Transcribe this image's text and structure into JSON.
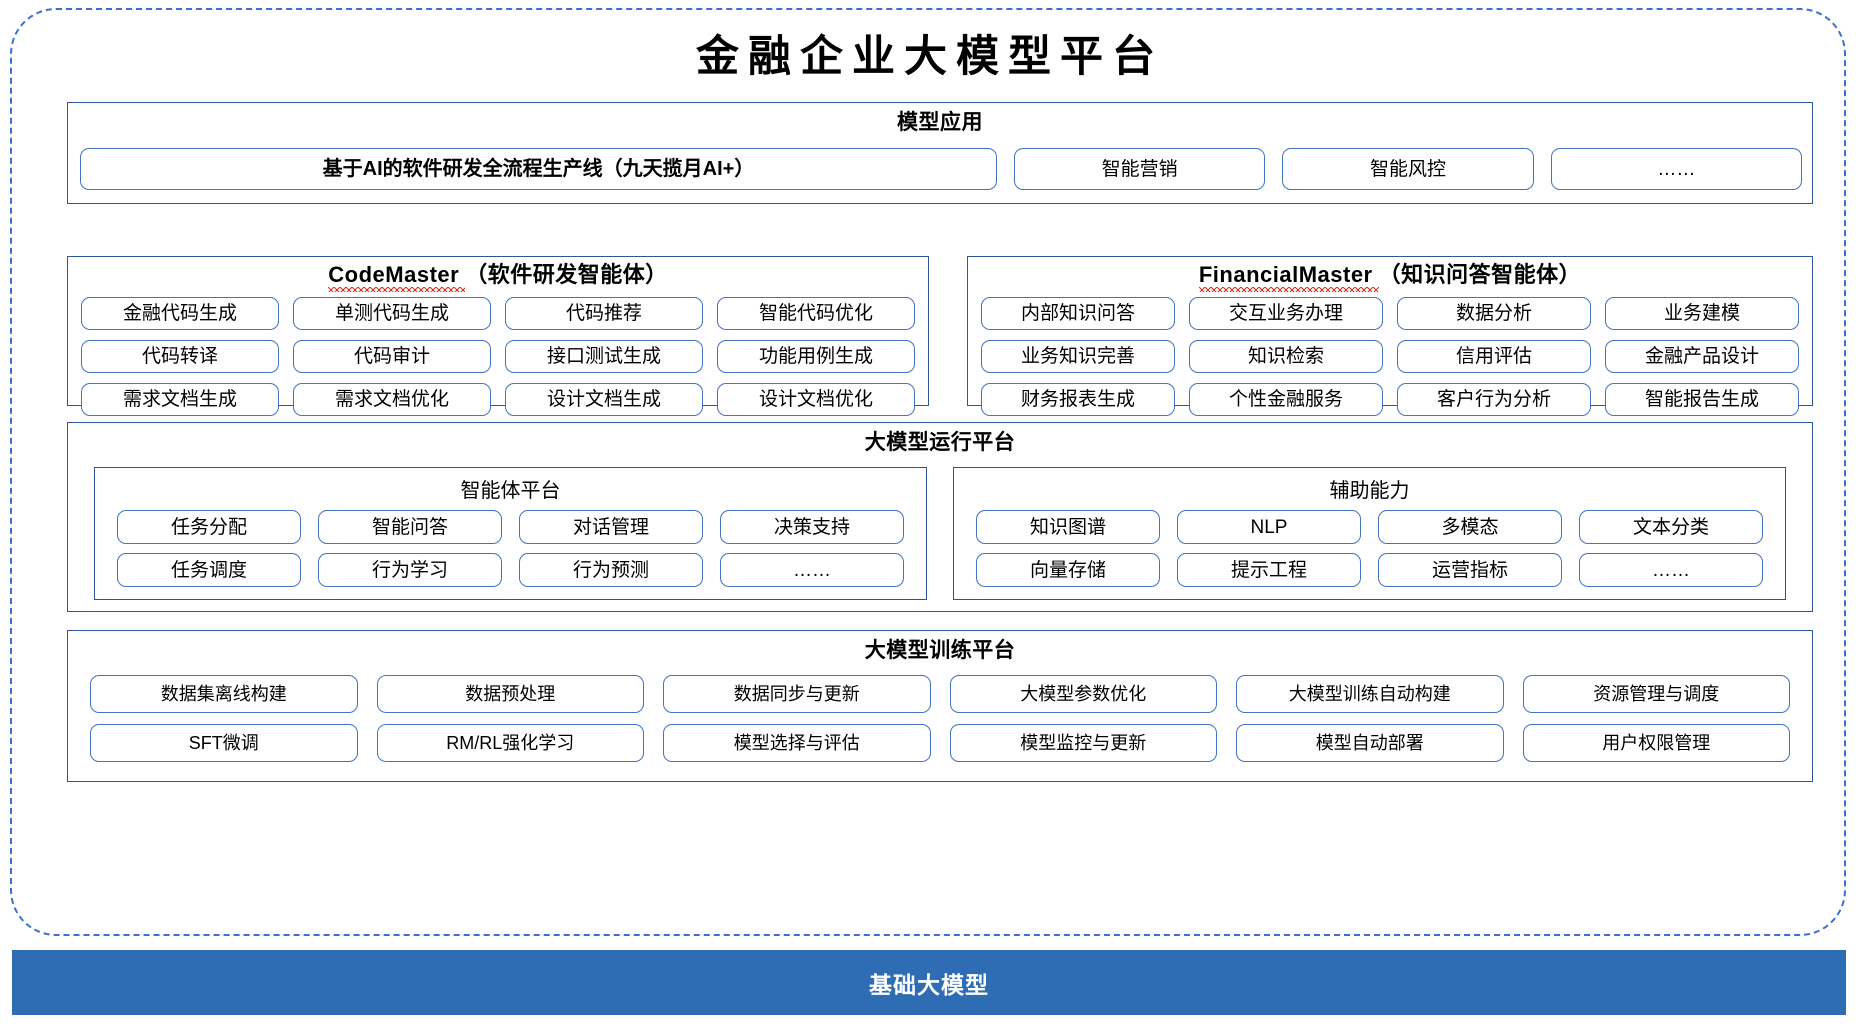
{
  "colors": {
    "outer_frame": "#3b6fd4",
    "panel_border": "#2f5597",
    "pill_border": "#4472c4",
    "base_bar_bg": "#2e6db4",
    "spellcheck_underline": "#e03020"
  },
  "title": "金融企业大模型平台",
  "sections": {
    "applications": {
      "title": "模型应用",
      "primary_item": "基于AI的软件研发全流程生产线（九天揽月AI+）",
      "items": [
        "智能营销",
        "智能风控",
        "……"
      ]
    },
    "code_master": {
      "name_latin": "CodeMaster",
      "name_cn": "（软件研发智能体）",
      "items": [
        "金融代码生成",
        "单测代码生成",
        "代码推荐",
        "智能代码优化",
        "代码转译",
        "代码审计",
        "接口测试生成",
        "功能用例生成",
        "需求文档生成",
        "需求文档优化",
        "设计文档生成",
        "设计文档优化"
      ]
    },
    "financial_master": {
      "name_latin": "FinancialMaster",
      "name_cn": "（知识问答智能体）",
      "items": [
        "内部知识问答",
        "交互业务办理",
        "数据分析",
        "业务建模",
        "业务知识完善",
        "知识检索",
        "信用评估",
        "金融产品设计",
        "财务报表生成",
        "个性金融服务",
        "客户行为分析",
        "智能报告生成"
      ]
    },
    "runtime": {
      "title": "大模型运行平台",
      "agent_platform": {
        "title": "智能体平台",
        "items": [
          "任务分配",
          "智能问答",
          "对话管理",
          "决策支持",
          "任务调度",
          "行为学习",
          "行为预测",
          "……"
        ]
      },
      "auxiliary": {
        "title": "辅助能力",
        "items": [
          "知识图谱",
          "NLP",
          "多模态",
          "文本分类",
          "向量存储",
          "提示工程",
          "运营指标",
          "……"
        ]
      }
    },
    "training": {
      "title": "大模型训练平台",
      "items": [
        "数据集离线构建",
        "数据预处理",
        "数据同步与更新",
        "大模型参数优化",
        "大模型训练自动构建",
        "资源管理与调度",
        "SFT微调",
        "RM/RL强化学习",
        "模型选择与评估",
        "模型监控与更新",
        "模型自动部署",
        "用户权限管理"
      ]
    },
    "base_model": {
      "label": "基础大模型"
    }
  }
}
